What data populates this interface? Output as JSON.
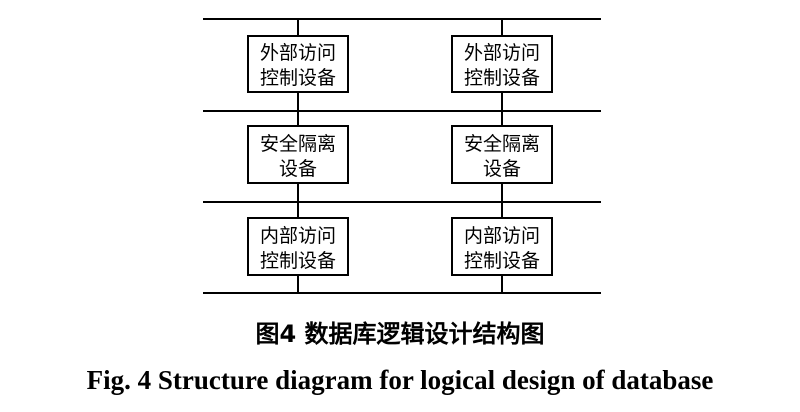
{
  "diagram": {
    "columns": [
      {
        "external": [
          "外部访问",
          "控制设备"
        ],
        "isolation": [
          "安全隔离",
          "设备"
        ],
        "internal": [
          "内部访问",
          "控制设备"
        ]
      },
      {
        "external": [
          "外部访问",
          "控制设备"
        ],
        "isolation": [
          "安全隔离",
          "设备"
        ],
        "internal": [
          "内部访问",
          "控制设备"
        ]
      }
    ]
  },
  "caption": {
    "cn": "图4  数据库逻辑设计结构图",
    "en": "Fig. 4  Structure diagram for logical design of database"
  }
}
